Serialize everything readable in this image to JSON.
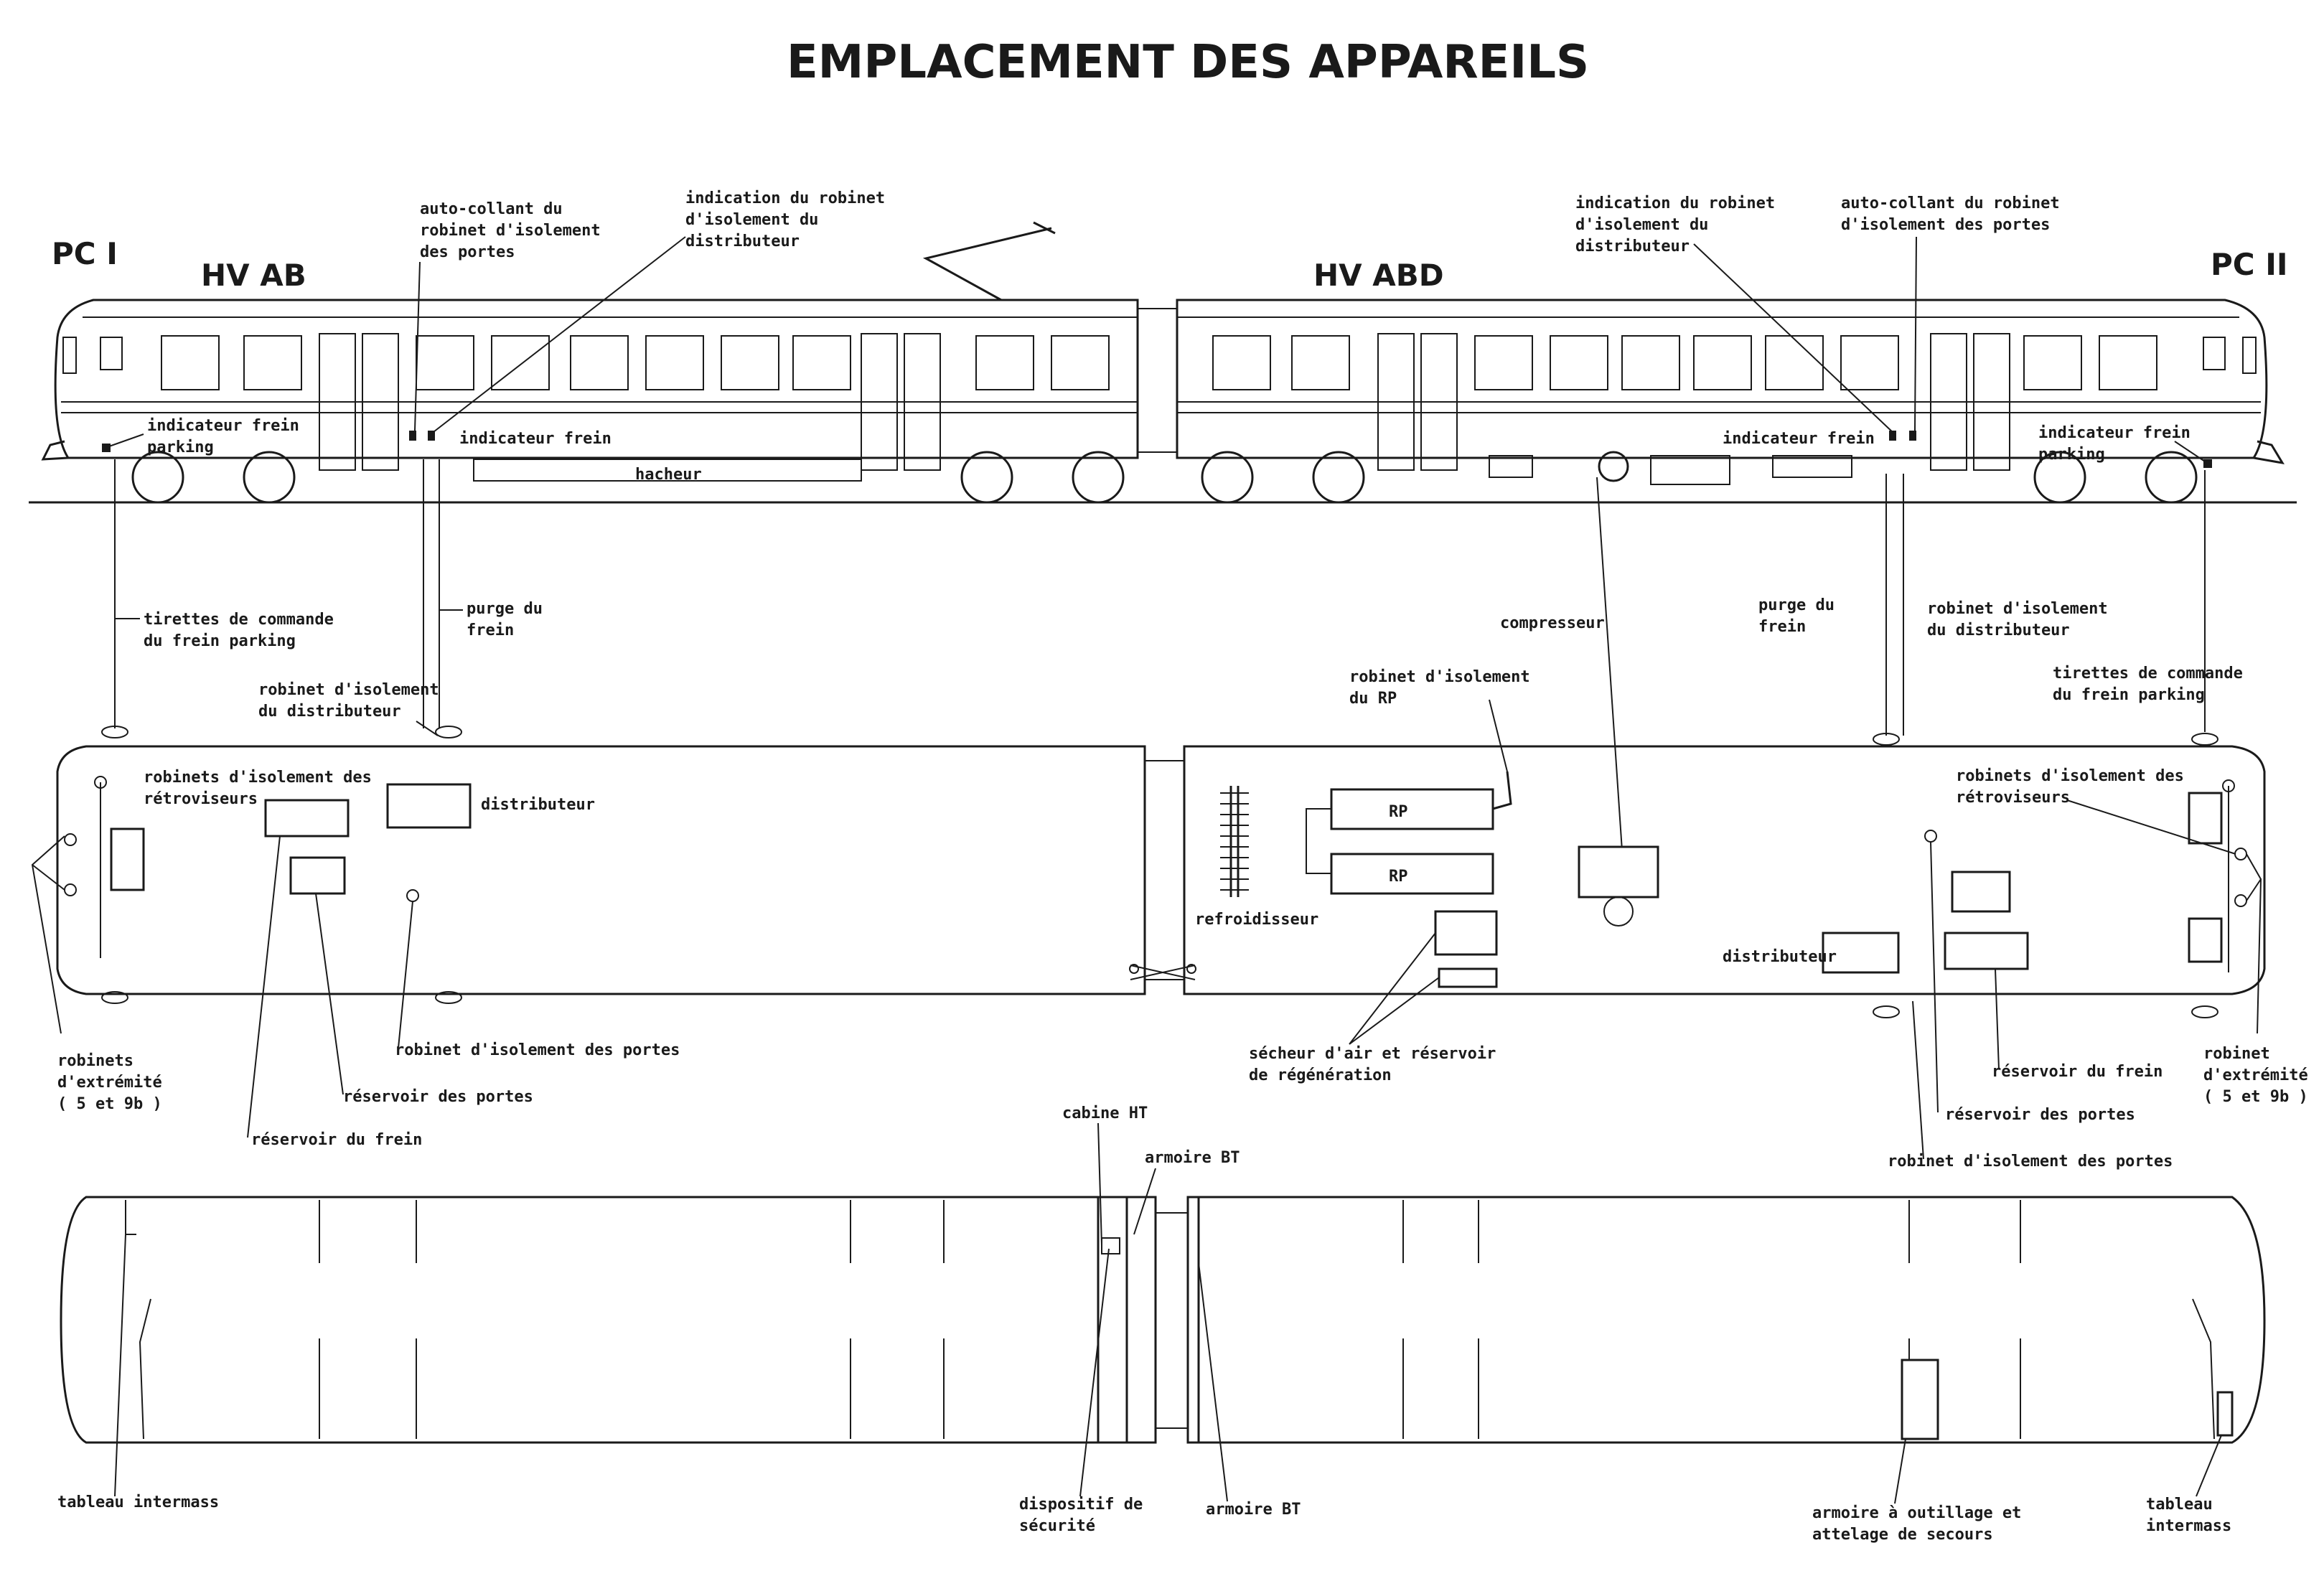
{
  "title": "EMPLACEMENT DES APPAREILS",
  "cab_left": "PC I",
  "cab_right": "PC II",
  "car_left": "HV AB",
  "car_right": "HV ABD",
  "side_view": {
    "auto_collant_left": [
      "auto-collant du",
      "robinet d'isolement",
      "des portes"
    ],
    "indication_left": [
      "indication du robinet",
      "d'isolement du",
      "distributeur"
    ],
    "indication_right": [
      "indication du robinet",
      "d'isolement du",
      "distributeur"
    ],
    "auto_collant_right": [
      "auto-collant du robinet",
      "d'isolement des portes"
    ],
    "indicateur_frein_parking_left": [
      "indicateur frein",
      "parking"
    ],
    "indicateur_frein_left": "indicateur frein",
    "hacheur": "hacheur",
    "indicateur_frein_right": "indicateur frein",
    "indicateur_frein_parking_right": [
      "indicateur frein",
      "parking"
    ]
  },
  "under_view": {
    "tirettes_left": [
      "tirettes de commande",
      "du frein parking"
    ],
    "purge_left": [
      "purge du",
      "frein"
    ],
    "robinet_distrib_left": [
      "robinet d'isolement",
      "du distributeur"
    ],
    "robinets_retro_left": [
      "robinets d'isolement des",
      "rétroviseurs"
    ],
    "distributeur_left": "distributeur",
    "robinets_extremite_left": [
      "robinets",
      "d'extrémité",
      "( 5 et 9b )"
    ],
    "robinet_portes_left": "robinet d'isolement des portes",
    "reservoir_portes_left": "réservoir des portes",
    "reservoir_frein_left": "réservoir du frein",
    "compresseur": "compresseur",
    "robinet_rp": [
      "robinet d'isolement",
      "du RP"
    ],
    "rp_1": "RP",
    "rp_2": "RP",
    "refroidisseur": "refroidisseur",
    "secheur": [
      "sécheur d'air et réservoir",
      "de régénération"
    ],
    "purge_right": [
      "purge du",
      "frein"
    ],
    "robinet_distrib_right": [
      "robinet d'isolement",
      "du distributeur"
    ],
    "tirettes_right": [
      "tirettes de commande",
      "du frein parking"
    ],
    "robinets_retro_right": [
      "robinets d'isolement des",
      "rétroviseurs"
    ],
    "distributeur_right": "distributeur",
    "reservoir_frein_right": "réservoir du frein",
    "reservoir_portes_right": "réservoir des portes",
    "robinet_portes_right": "robinet d'isolement des portes",
    "robinets_extremite_right": [
      "robinet",
      "d'extrémité",
      "( 5 et 9b )"
    ]
  },
  "floor_view": {
    "cabine_ht": "cabine HT",
    "armoire_bt_top": "armoire BT",
    "tableau_left": "tableau intermass",
    "dispositif": [
      "dispositif de",
      "sécurité"
    ],
    "armoire_bt_bottom": "armoire BT",
    "armoire_outillage": [
      "armoire à outillage et",
      "attelage de secours"
    ],
    "tableau_right": [
      "tableau",
      "intermass"
    ]
  }
}
